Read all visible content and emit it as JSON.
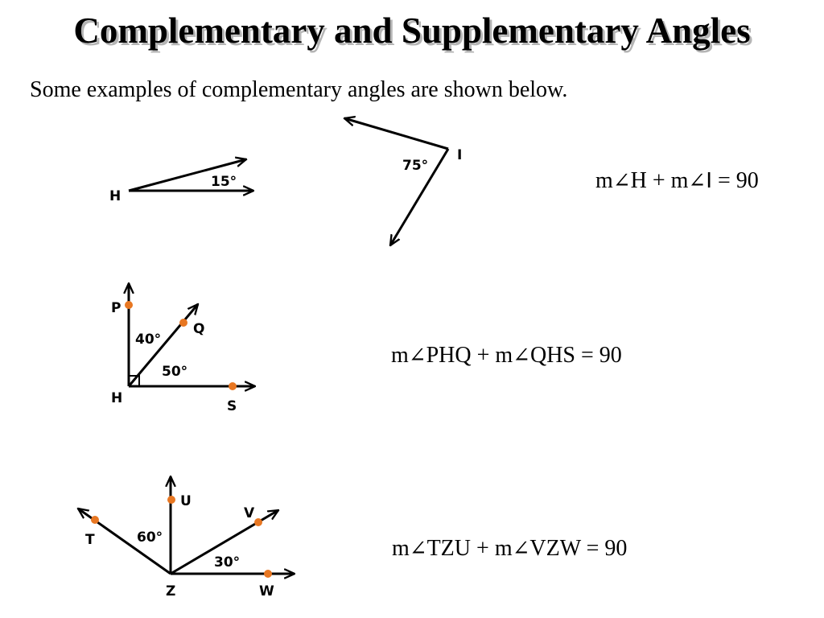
{
  "title": "Complementary and Supplementary Angles",
  "intro": "Some examples of complementary angles are shown below.",
  "angle_symbol": "∠",
  "equations": {
    "eq1": {
      "m1": "m",
      "a1": "H",
      "plus": " + ",
      "m2": "m",
      "a2": "I",
      "rhs": " = 90"
    },
    "eq2": {
      "m1": "m",
      "a1": "PHQ",
      "plus": " + ",
      "m2": "m",
      "a2": "QHS",
      "rhs": " = 90"
    },
    "eq3": {
      "m1": "m",
      "a1": "TZU",
      "plus": " + ",
      "m2": "m",
      "a2": "VZW",
      "rhs": " = 90"
    }
  },
  "figure1": {
    "vertex_h": "H",
    "angle_h": "15°",
    "vertex_i": "I",
    "angle_i": "75°"
  },
  "figure2": {
    "point_p": "P",
    "point_q": "Q",
    "vertex": "H",
    "point_s": "S",
    "angle_pq": "40°",
    "angle_qs": "50°"
  },
  "figure3": {
    "point_u": "U",
    "point_v": "V",
    "point_t": "T",
    "vertex": "Z",
    "point_w": "W",
    "angle_tu": "60°",
    "angle_vw": "30°"
  },
  "colors": {
    "point": "#e87722",
    "title_shadow": "#b5b5b5"
  }
}
